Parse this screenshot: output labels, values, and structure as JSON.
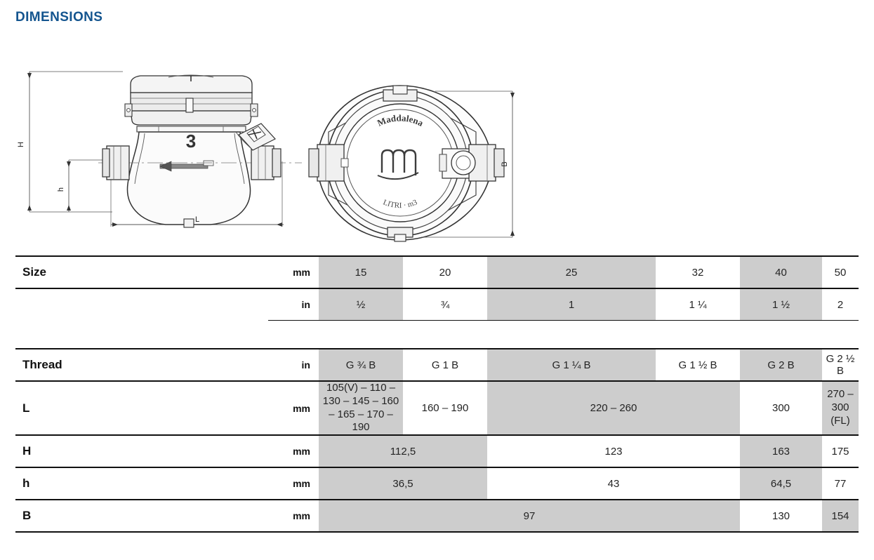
{
  "page": {
    "title": "DIMENSIONS"
  },
  "drawing": {
    "side_view": {
      "name": "water-meter-side-view",
      "body_marking": "3",
      "dim_height_label": "H",
      "dim_low_height_label": "h",
      "dim_length_label": "L"
    },
    "front_view": {
      "name": "water-meter-front-view",
      "brand_text": "Maddalena",
      "sub_text": "LITRI · m3",
      "dim_width_label": "B"
    }
  },
  "size_table": {
    "columns": [
      "15",
      "20",
      "25",
      "32",
      "40",
      "50"
    ],
    "rows": [
      {
        "label": "Size",
        "unit": "mm",
        "cells": [
          {
            "text": "15",
            "span": 1,
            "shaded": true
          },
          {
            "text": "20",
            "span": 1,
            "shaded": false
          },
          {
            "text": "25",
            "span": 2,
            "shaded": true
          },
          {
            "text": "32",
            "span": 1,
            "shaded": false
          },
          {
            "text": "40",
            "span": 1,
            "shaded": true
          },
          {
            "text": "50",
            "span": 1,
            "shaded": false
          }
        ]
      },
      {
        "label": "",
        "unit": "in",
        "cells": [
          {
            "text": "½",
            "span": 1,
            "shaded": true
          },
          {
            "text": "¾",
            "span": 1,
            "shaded": false
          },
          {
            "text": "1",
            "span": 2,
            "shaded": true
          },
          {
            "text": "1 ¼",
            "span": 1,
            "shaded": false
          },
          {
            "text": "1 ½",
            "span": 1,
            "shaded": true
          },
          {
            "text": "2",
            "span": 1,
            "shaded": false
          }
        ]
      }
    ]
  },
  "dims_table": {
    "rows": [
      {
        "label": "Thread",
        "unit": "in",
        "cells": [
          {
            "text": "G ¾ B",
            "span": 1,
            "shaded": true
          },
          {
            "text": "G 1 B",
            "span": 1,
            "shaded": false
          },
          {
            "text": "G 1 ¼ B",
            "span": 2,
            "shaded": true
          },
          {
            "text": "G 1 ½ B",
            "span": 1,
            "shaded": false
          },
          {
            "text": "G 2 B",
            "span": 1,
            "shaded": true
          },
          {
            "text": "G 2 ½ B",
            "span": 1,
            "shaded": false
          }
        ]
      },
      {
        "label": "L",
        "unit": "mm",
        "cells": [
          {
            "text": "105(V) – 110 – 130 – 145 – 160 – 165 – 170 – 190",
            "span": 1,
            "shaded": true
          },
          {
            "text": "160 – 190",
            "span": 1,
            "shaded": false
          },
          {
            "text": "220 – 260",
            "span": 3,
            "shaded": true
          },
          {
            "text": "300",
            "span": 1,
            "shaded": false
          },
          {
            "text": "270 – 300 (FL)",
            "span": 1,
            "shaded": true
          }
        ]
      },
      {
        "label": "H",
        "unit": "mm",
        "cells": [
          {
            "text": "112,5",
            "span": 2,
            "shaded": true
          },
          {
            "text": "123",
            "span": 3,
            "shaded": false
          },
          {
            "text": "163",
            "span": 1,
            "shaded": true
          },
          {
            "text": "175",
            "span": 1,
            "shaded": false
          }
        ]
      },
      {
        "label": "h",
        "unit": "mm",
        "cells": [
          {
            "text": "36,5",
            "span": 2,
            "shaded": true
          },
          {
            "text": "43",
            "span": 3,
            "shaded": false
          },
          {
            "text": "64,5",
            "span": 1,
            "shaded": true
          },
          {
            "text": "77",
            "span": 1,
            "shaded": false
          }
        ]
      },
      {
        "label": "B",
        "unit": "mm",
        "cells": [
          {
            "text": "97",
            "span": 5,
            "shaded": true
          },
          {
            "text": "130",
            "span": 1,
            "shaded": false
          },
          {
            "text": "154",
            "span": 1,
            "shaded": true
          }
        ]
      }
    ]
  },
  "colors": {
    "title": "#14558f",
    "shade": "#cdcdcd",
    "rule": "#111111"
  }
}
